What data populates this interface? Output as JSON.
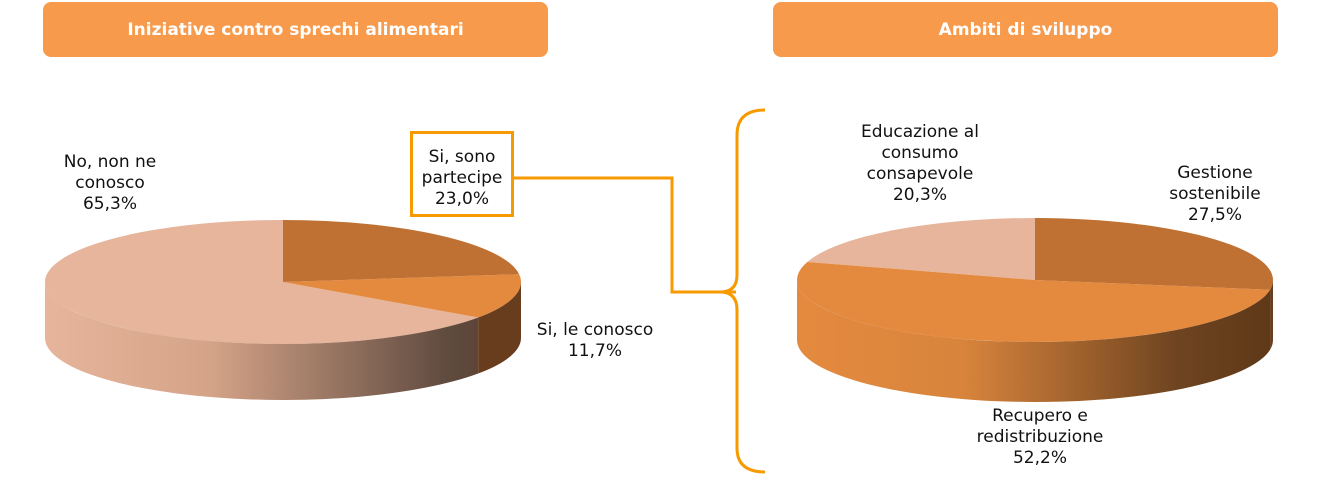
{
  "chart_data": [
    {
      "type": "pie",
      "title": "Iniziative contro sprechi alimentari",
      "slices": [
        {
          "label": "Si, sono partecipe",
          "value": 23.0,
          "display": "23,0%",
          "color": "#be7133"
        },
        {
          "label": "Si, le conosco",
          "value": 11.7,
          "display": "11,7%",
          "color": "#e48a3f"
        },
        {
          "label": "No, non ne conosco",
          "value": 65.3,
          "display": "65,3%",
          "color": "#e6b59b"
        }
      ]
    },
    {
      "type": "pie",
      "title": "Ambiti di sviluppo",
      "slices": [
        {
          "label": "Gestione sostenibile",
          "value": 27.5,
          "display": "27,5%",
          "color": "#be7133"
        },
        {
          "label": "Recupero e redistribuzione",
          "value": 52.2,
          "display": "52,2%",
          "color": "#e48a3f"
        },
        {
          "label": "Educazione al consumo consapevole",
          "value": 20.3,
          "display": "20,3%",
          "color": "#e6b59b"
        }
      ]
    }
  ],
  "labels": {
    "left_partecipe": "Si, sono\npartecipe",
    "left_conosco": "Si, le conosco",
    "left_no": "No, non ne\nconosco",
    "right_gestione": "Gestione\nsostenibile",
    "right_recupero": "Recupero e\nredistribuzione",
    "right_educazione": "Educazione al\nconsumo\nconsapevole"
  },
  "colors": {
    "header": "#f79a4c",
    "connector": "#f79a00"
  }
}
